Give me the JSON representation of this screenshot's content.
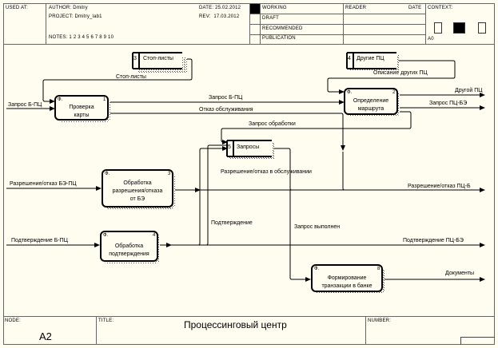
{
  "header": {
    "used_at_label": "USED AT:",
    "author_label": "AUTHOR:",
    "author": "Dmitry",
    "project_label": "PROJECT:",
    "project": "Dmitry_lab1",
    "notes_label": "NOTES:",
    "notes": "1 2 3 4 5 6 7 8 9 10",
    "date_label": "DATE:",
    "date": "25.02.2012",
    "rev_label": "REV:",
    "rev": "17.03.2012",
    "status": [
      "WORKING",
      "DRAFT",
      "RECOMMENDED",
      "PUBLICATION"
    ],
    "status_selected": "WORKING",
    "reader_label": "READER",
    "reader_date_label": "DATE",
    "context_label": "CONTEXT:",
    "context_node": "A0"
  },
  "diagram": {
    "activities": [
      {
        "id": "1",
        "name": "Проверка карты",
        "lines": [
          "Проверка",
          "карты"
        ],
        "corner": "Ф."
      },
      {
        "id": "2",
        "name": "Определение маршрута",
        "lines": [
          "Определение",
          "маршрута"
        ],
        "corner": "Ф."
      },
      {
        "id": "3",
        "name": "Обработка разрешения/отказа от БЭ",
        "lines": [
          "Обработка",
          "разрешения/отказа",
          "от БЭ"
        ],
        "corner": "Ф."
      },
      {
        "id": "4",
        "name": "Обработка подтверждения",
        "lines": [
          "Обработка",
          "подтверждения"
        ],
        "corner": "Ф."
      },
      {
        "id": "8",
        "name": "Формирование транзакции в банке",
        "lines": [
          "Формирование",
          "транзакции в банке"
        ],
        "corner": "Ф."
      }
    ],
    "datastores": [
      {
        "id": "3",
        "name": "Стоп-листы"
      },
      {
        "id": "4",
        "name": "Другие ПЦ"
      },
      {
        "id": "5",
        "name": "Запросы"
      }
    ],
    "arrows": [
      {
        "label": "Запрос Б-ПЦ",
        "from": "external",
        "to": "1"
      },
      {
        "label": "Стоп-листы",
        "from": "ds3",
        "to": "1"
      },
      {
        "label": "Запрос Б-ПЦ",
        "from": "1",
        "to": "2"
      },
      {
        "label": "Отказ обслуживания",
        "from": "1",
        "to": "external"
      },
      {
        "label": "Описание других ПЦ",
        "from": "ds4",
        "to": "2"
      },
      {
        "label": "Другой ПЦ",
        "from": "2",
        "to": "external"
      },
      {
        "label": "Запрос ПЦ-БЭ",
        "from": "2",
        "to": "external"
      },
      {
        "label": "Запрос обработки",
        "from": "2",
        "to": "ds5"
      },
      {
        "label": "Разрешение/отказ в обслуживании",
        "from": "ds5",
        "to": "external"
      },
      {
        "label": "Разрешение/отказ БЭ-ПЦ",
        "from": "external",
        "to": "3"
      },
      {
        "label": "Разрешение/отказ ПЦ-Б",
        "from": "3",
        "to": "external"
      },
      {
        "label": "Подтверждение",
        "from": "4",
        "to": "ds5"
      },
      {
        "label": "Запрос выполнен",
        "from": "ds5",
        "to": "8"
      },
      {
        "label": "Подтверждение Б-ПЦ",
        "from": "external",
        "to": "4"
      },
      {
        "label": "Подтверждение ПЦ-БЭ",
        "from": "4",
        "to": "external"
      },
      {
        "label": "Документы",
        "from": "8",
        "to": "external"
      }
    ]
  },
  "footer": {
    "node_label": "NODE:",
    "node": "A2",
    "title_label": "TITLE:",
    "title": "Процессинговый центр",
    "number_label": "NUMBER:"
  }
}
